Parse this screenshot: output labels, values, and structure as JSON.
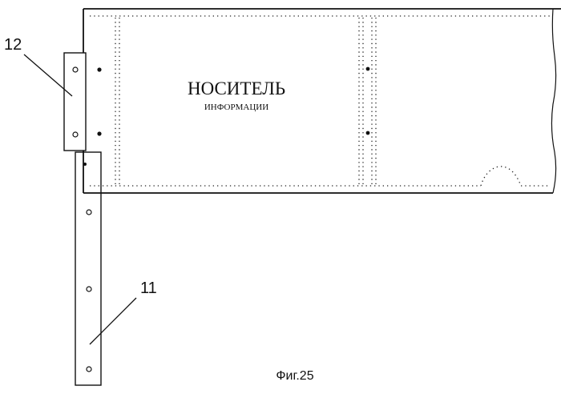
{
  "figure": {
    "label_carrier_title": "НОСИТЕЛЬ",
    "label_carrier_subtitle": "ИНФОРМАЦИИ",
    "ref_holder": "12",
    "ref_strip": "11",
    "caption": "Фиг.25"
  },
  "colors": {
    "line": "#111111",
    "background": "#ffffff"
  }
}
